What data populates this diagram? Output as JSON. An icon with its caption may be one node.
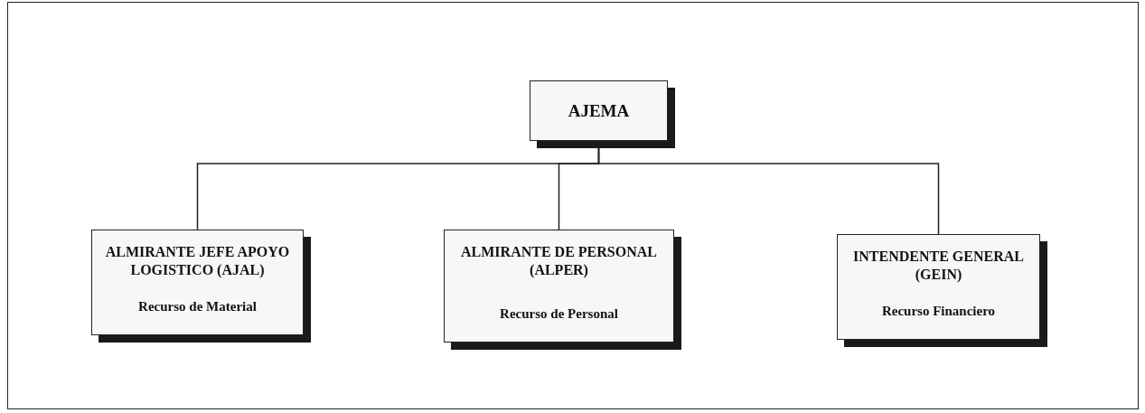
{
  "diagram": {
    "nodes": [
      {
        "text": [
          "AJEMA"
        ]
      },
      {
        "text": [
          "ALMIRANTE JEFE APOYO LOGISTICO (AJAL)",
          "Recurso de Material"
        ]
      },
      {
        "text": [
          "ALMIRANTE DE PERSONAL (ALPER)",
          "Recurso de Personal"
        ]
      },
      {
        "text": [
          "INTENDENTE GENERAL (GEIN)",
          "Recurso Financiero"
        ]
      }
    ],
    "edges": [
      {
        "from": 0,
        "to": 1,
        "arrow": "none"
      },
      {
        "from": 0,
        "to": 2,
        "arrow": "none"
      },
      {
        "from": 0,
        "to": 3,
        "arrow": "none"
      }
    ]
  }
}
